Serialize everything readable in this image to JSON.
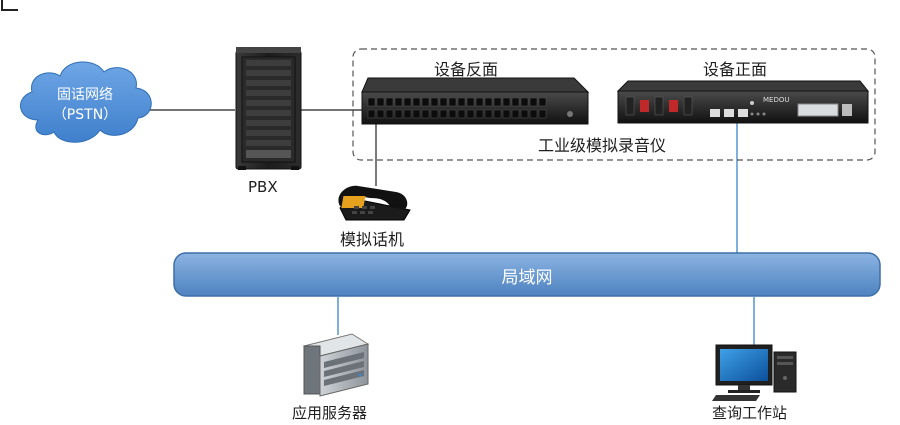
{
  "labels": {
    "pstn_line1": "固话网络",
    "pstn_line2": "（PSTN）",
    "pbx": "PBX",
    "rear_title": "设备反面",
    "front_title": "设备正面",
    "device_name": "工业级模拟录音仪",
    "phone": "模拟话机",
    "lan": "局域网",
    "server": "应用服务器",
    "workstation": "查询工作站",
    "brand": "MEDOU"
  },
  "colors": {
    "cloud": "#5a97dc",
    "lan_fill": "#6b9bd1",
    "lan_stroke": "#3d6fa8",
    "link_blue": "#3a86c8",
    "link_black": "#222222",
    "dashed": "#555555"
  }
}
